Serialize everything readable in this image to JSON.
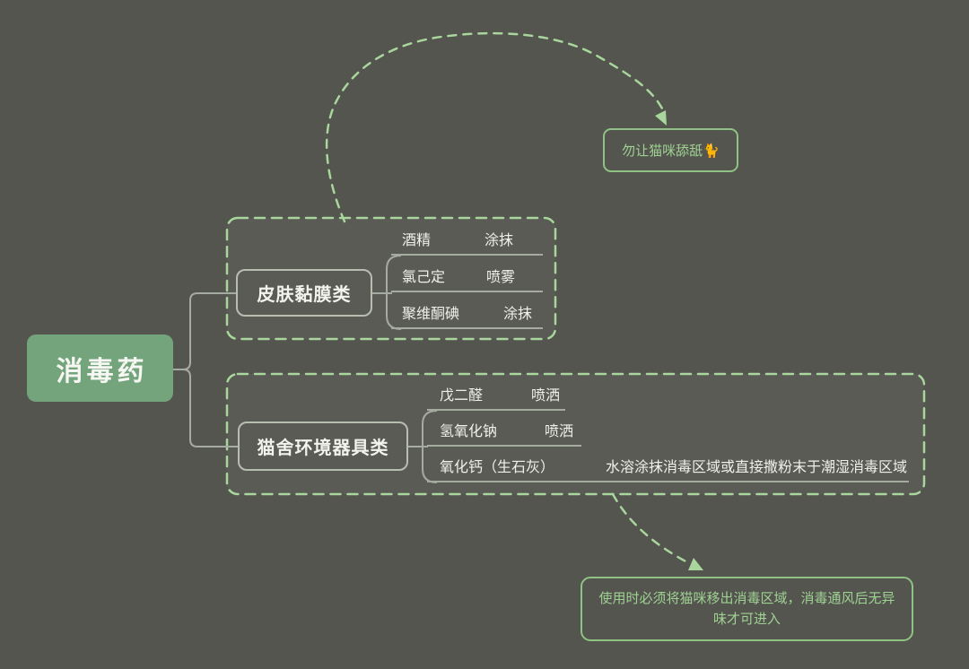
{
  "root": {
    "label": "消毒药"
  },
  "branches": [
    {
      "label": "皮肤黏膜类",
      "children": [
        {
          "name": "酒精",
          "method": "涂抹"
        },
        {
          "name": "氯己定",
          "method": "喷雾"
        },
        {
          "name": "聚维酮碘",
          "method": "涂抹"
        }
      ]
    },
    {
      "label": "猫舍环境器具类",
      "children": [
        {
          "name": "戊二醛",
          "method": "喷洒"
        },
        {
          "name": "氢氧化钠",
          "method": "喷洒"
        },
        {
          "name": "氧化钙（生石灰）",
          "method": "水溶涂抹消毒区域或直接撒粉末于潮湿消毒区域"
        }
      ]
    }
  ],
  "notes": {
    "top": {
      "text": "勿让猫咪舔舐",
      "icon": "🐈"
    },
    "bottom": {
      "text": "使用时必须将猫咪移出消毒区域，消毒通风后无异味才可进入"
    }
  },
  "colors": {
    "background": "#54554f",
    "root_fill": "#73a47b",
    "accent_green": "#a8d69c",
    "note_text_green": "#9fd193",
    "connector_gray": "#a5aba0",
    "text_white": "#f2f3ee"
  }
}
